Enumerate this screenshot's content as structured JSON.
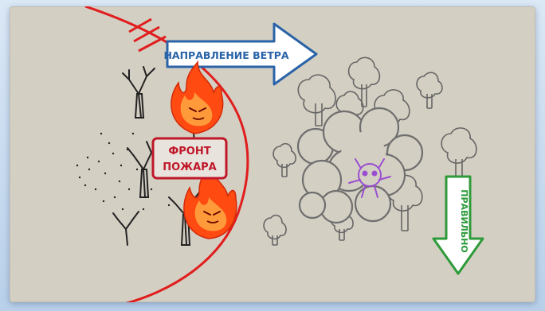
{
  "labels": {
    "wind_direction": "НАПРАВЛЕНИЕ ВЕТРА",
    "fire_front_line1": "ФРОНТ",
    "fire_front_line2": "ПОЖАРА",
    "correct": "ПРАВИЛЬНО"
  },
  "colors": {
    "background": "#d4cfc3",
    "fire_line": "#e01e1e",
    "wind_arrow": "#2a63a8",
    "fire_label": "#c0182a",
    "correct_arrow": "#2e9a3a",
    "flame_outer": "#ff4a12",
    "flame_inner": "#ff9a3a",
    "smoke": "#6f6f6f",
    "character": "#9a4fd0"
  },
  "icons": [
    "flame-icon",
    "dead-tree-icon",
    "tree-icon",
    "smoke-cloud-icon",
    "character-icon"
  ]
}
